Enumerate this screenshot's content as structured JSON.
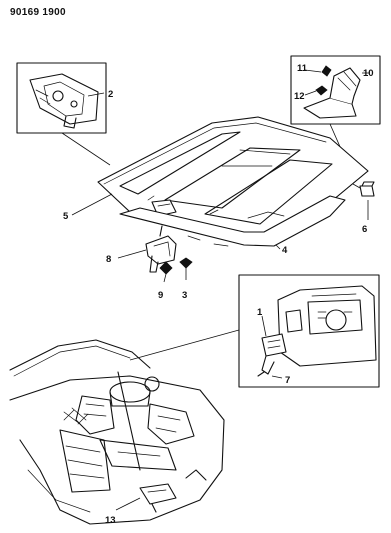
{
  "document_id": "90169 1900",
  "callouts": {
    "c1": "1",
    "c2": "2",
    "c3": "3",
    "c4": "4",
    "c5": "5",
    "c6": "6",
    "c7": "7",
    "c8": "8",
    "c9": "9",
    "c10": "10",
    "c11": "11",
    "c12": "12",
    "c13": "13"
  },
  "colors": {
    "ink": "#111111",
    "paper": "#ffffff"
  }
}
